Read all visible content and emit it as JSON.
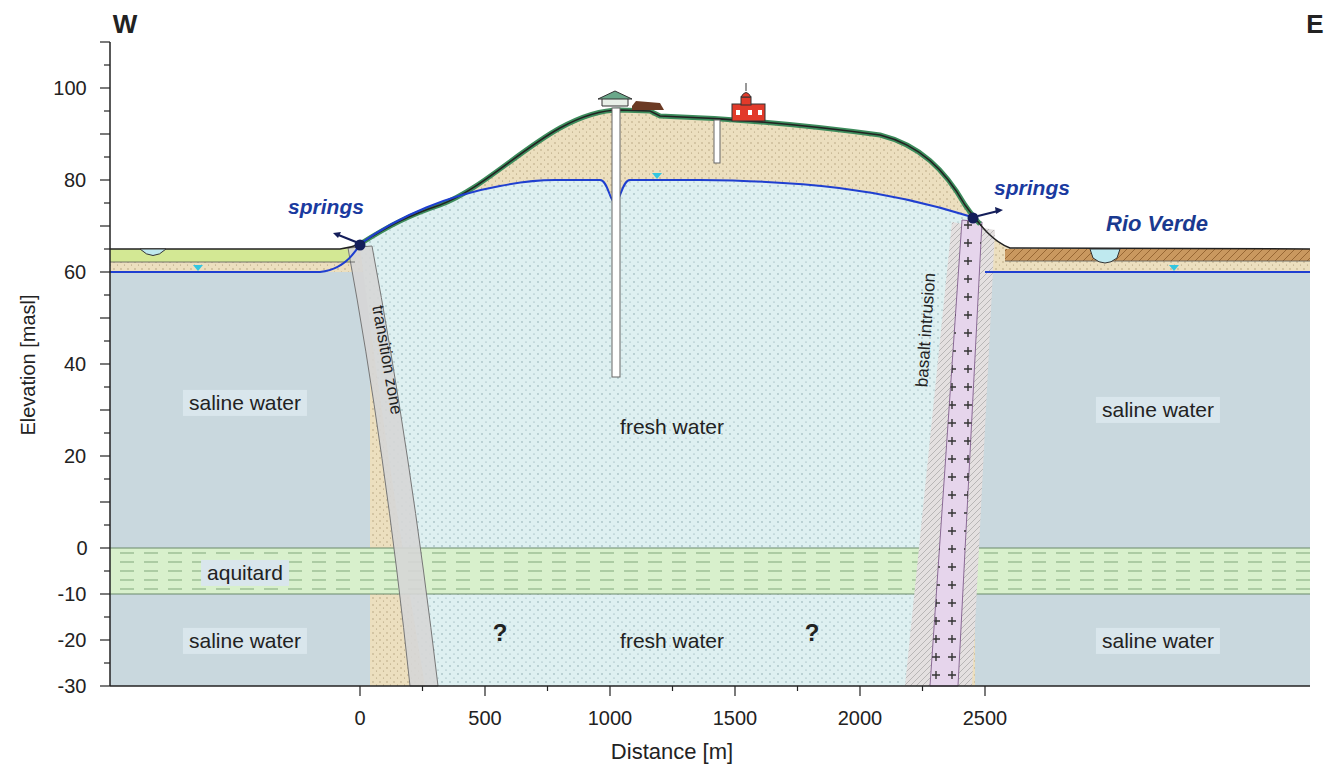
{
  "diagram": {
    "labels": [
      "W",
      "E",
      "100",
      "80",
      "60",
      "40",
      "20",
      "0",
      "-10",
      "-20",
      "-30",
      "Elevation [masl]",
      "springs",
      "springs",
      "Rio Verde",
      "saline water",
      "transition zone",
      "fresh water",
      "basalt intrusion",
      "saline water",
      "aquitard",
      "saline water",
      "?",
      "fresh water",
      "?",
      "saline water",
      "0",
      "500",
      "1000",
      "1500",
      "2000",
      "2500",
      "Distance [m]"
    ]
  }
}
